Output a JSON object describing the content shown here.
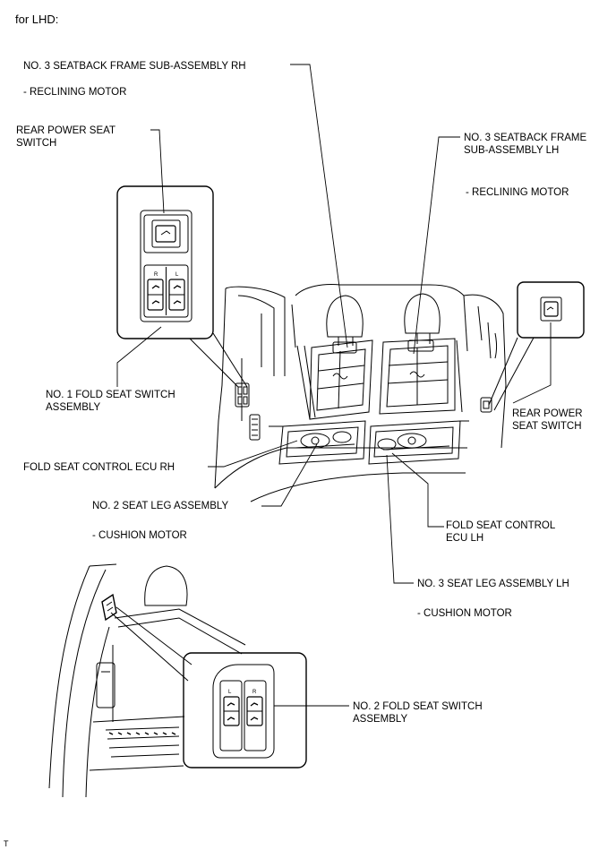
{
  "header": "for LHD:",
  "footer_mark": "T",
  "labels": {
    "seatback_rh": "NO. 3 SEATBACK FRAME SUB-ASSEMBLY RH",
    "seatback_rh_sub": "- RECLINING MOTOR",
    "rear_power_switch_left": "REAR POWER SEAT\nSWITCH",
    "seatback_lh": "NO. 3 SEATBACK FRAME\nSUB-ASSEMBLY LH",
    "seatback_lh_sub": "- RECLINING MOTOR",
    "fold_switch_1": "NO. 1 FOLD SEAT SWITCH\nASSEMBLY",
    "rear_power_switch_right": "REAR POWER\nSEAT SWITCH",
    "ecu_rh": "FOLD SEAT CONTROL ECU RH",
    "leg_2": "NO. 2 SEAT LEG ASSEMBLY",
    "leg_2_sub": "- CUSHION MOTOR",
    "ecu_lh": "FOLD SEAT CONTROL\nECU LH",
    "leg_3_lh": "NO. 3 SEAT LEG ASSEMBLY LH",
    "leg_3_lh_sub": "- CUSHION MOTOR",
    "fold_switch_2": "NO. 2 FOLD SEAT SWITCH\nASSEMBLY"
  },
  "switch_letters": {
    "top_r": "R",
    "top_l": "L",
    "bottom_l": "L",
    "bottom_r": "R"
  }
}
